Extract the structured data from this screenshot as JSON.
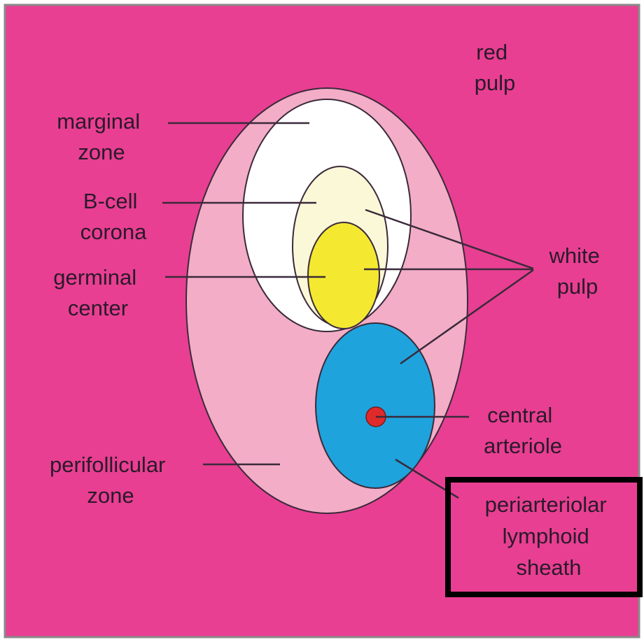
{
  "colors": {
    "background": "#e83f92",
    "outer_border": "#8a8a8a",
    "perifollicular_zone": "#f3adc6",
    "marginal_zone": "#ffffff",
    "b_cell_corona": "#fbf8d8",
    "germinal_center": "#f4e930",
    "pals": "#1ea3dd",
    "central_arteriole": "#e02a2a",
    "lines": "#3a2a3a",
    "highlight_box": "#000000"
  },
  "labels": {
    "red_pulp": [
      "red",
      "pulp"
    ],
    "marginal_zone": [
      "marginal",
      "zone"
    ],
    "b_cell_corona": [
      "B-cell",
      "corona"
    ],
    "germinal_center": [
      "germinal",
      "center"
    ],
    "white_pulp": [
      "white",
      "pulp"
    ],
    "central_arteriole": [
      "central",
      "arteriole"
    ],
    "perifollicular_zone": [
      "perifollicular",
      "zone"
    ],
    "pals": [
      "periarteriolar",
      "lymphoid",
      "sheath"
    ]
  }
}
